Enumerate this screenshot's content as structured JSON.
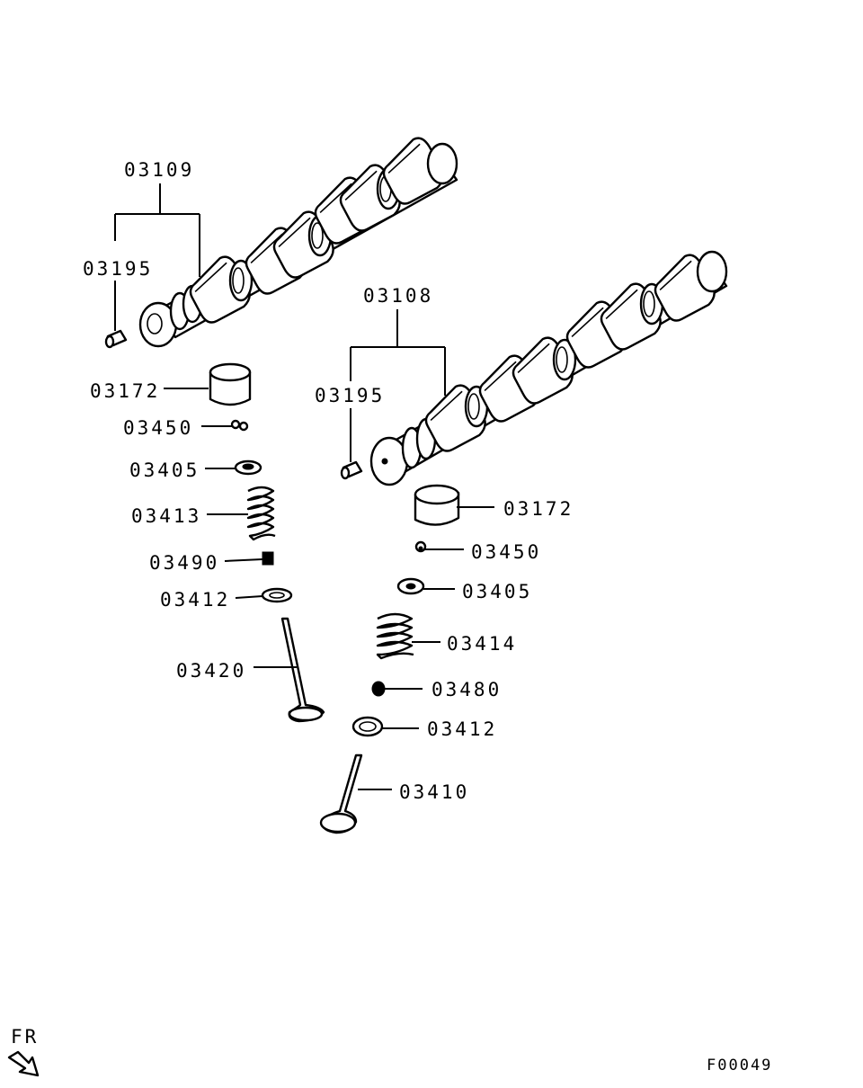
{
  "labels": {
    "cam_exhaust": "03109",
    "pin_upper": "03195",
    "lifter_left": "03172",
    "cotter_left": "03450",
    "retainer_left": "03405",
    "spring_left": "03413",
    "seal_left": "03490",
    "seat_left": "03412",
    "valve_left": "03420",
    "cam_intake": "03108",
    "pin_lower": "03195",
    "lifter_right": "03172",
    "cotter_right": "03450",
    "retainer_right": "03405",
    "spring_right": "03414",
    "seal_right": "03480",
    "seat_right": "03412",
    "valve_right": "03410"
  },
  "orientation": {
    "label": "FR",
    "icon": "front-direction-arrow-icon"
  },
  "figure_code": "F00049"
}
